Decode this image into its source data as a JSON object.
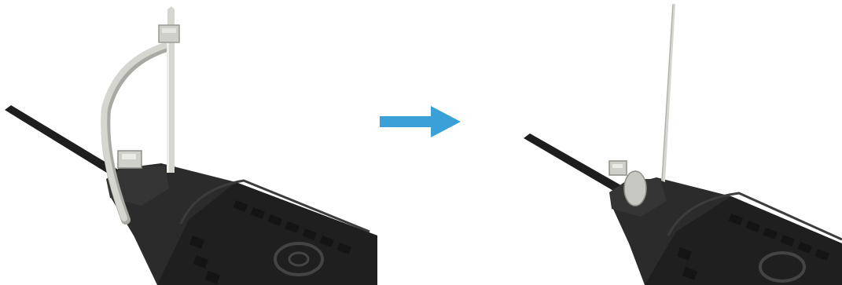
{
  "figure": {
    "steps": [
      {
        "id": "before",
        "state": "cable tie wrapped around connector, tail pulled up"
      },
      {
        "id": "after",
        "state": "cable tie tightened, excess tail upright"
      }
    ],
    "arrow": {
      "direction": "right",
      "color": "#3b9fd8"
    },
    "colors": {
      "connector_body": "#2b2b2b",
      "connector_dark": "#1a1a1a",
      "cable_tie": "#d6d6d0",
      "cable_tie_shadow": "#a9a9a3",
      "cable": "#1e1e1e",
      "background": "#ffffff"
    }
  }
}
